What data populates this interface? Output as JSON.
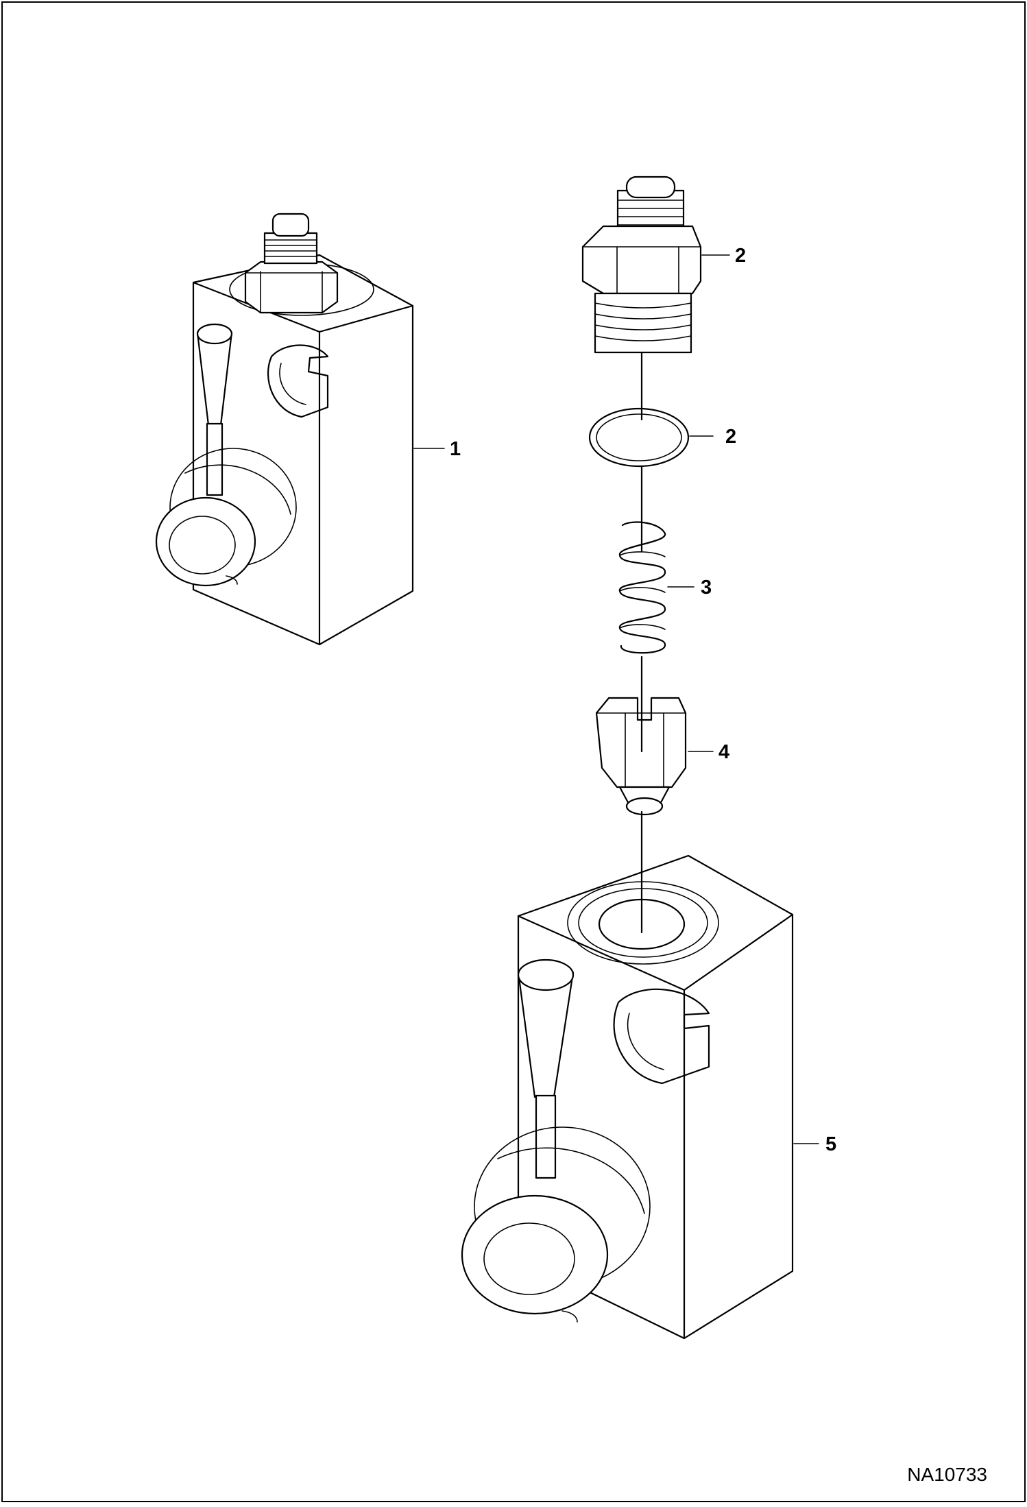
{
  "callouts": [
    {
      "id": "1",
      "text": "1"
    },
    {
      "id": "2a",
      "text": "2"
    },
    {
      "id": "2b",
      "text": "2"
    },
    {
      "id": "3",
      "text": "3"
    },
    {
      "id": "4",
      "text": "4"
    },
    {
      "id": "5",
      "text": "5"
    }
  ],
  "reference": "NA10733"
}
